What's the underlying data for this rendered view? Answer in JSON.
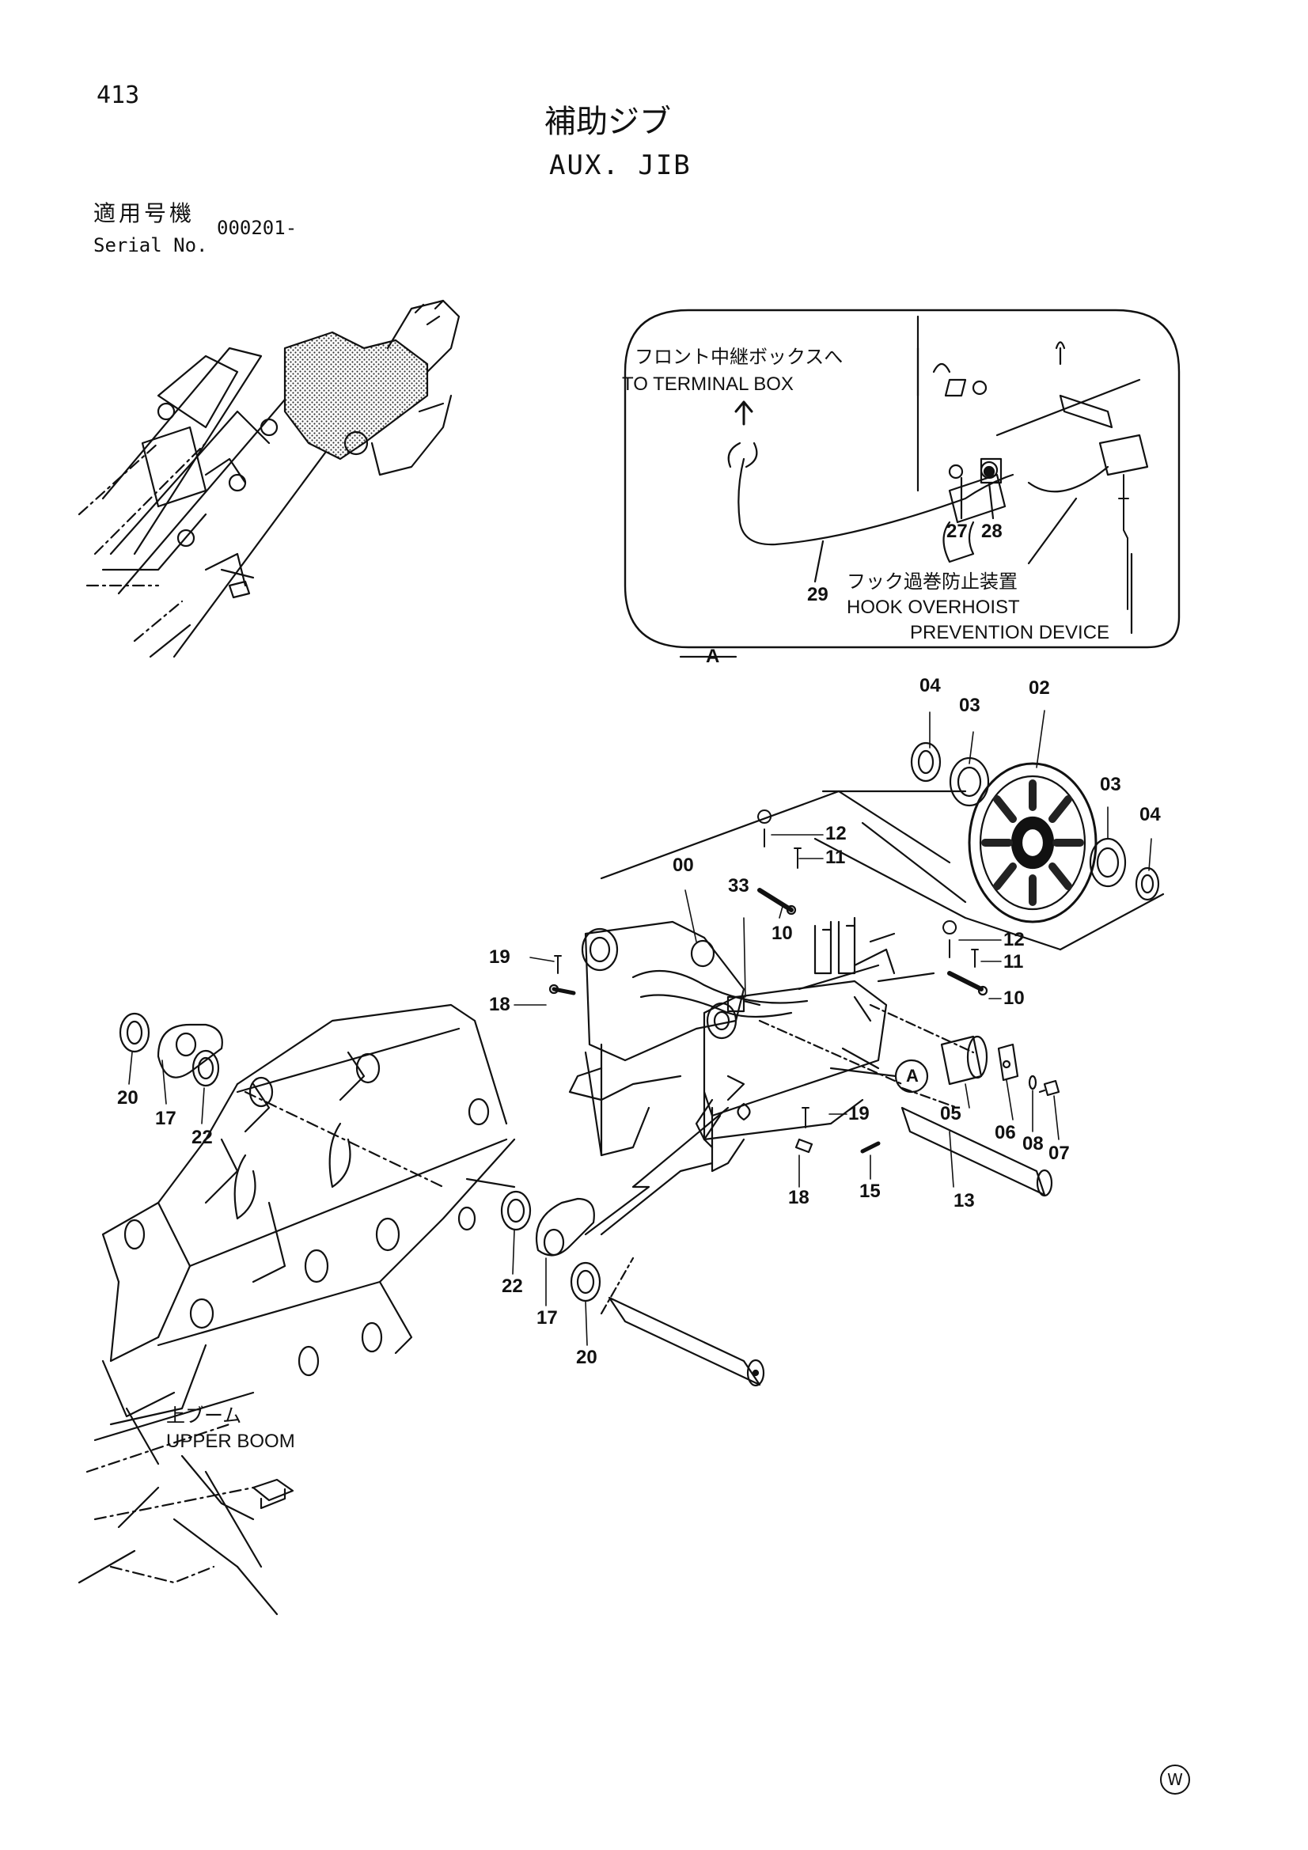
{
  "header": {
    "page_number": "413",
    "title_ja": "補助ジブ",
    "title_en": "AUX. JIB",
    "serial_label_ja": "適用号機",
    "serial_label_en": "Serial No.",
    "serial_value": "000201-"
  },
  "detail_view": {
    "letter": "A",
    "terminal_ja": "フロント中継ボックスへ",
    "terminal_en": "TO TERMINAL BOX",
    "device_ja": "フック過巻防止装置",
    "device_en_1": "HOOK OVERHOIST",
    "device_en_2": "PREVENTION DEVICE",
    "parts": [
      "27",
      "28",
      "29"
    ]
  },
  "boom_label": {
    "ja": "上ブーム",
    "en": "UPPER BOOM"
  },
  "callout_letter": "A",
  "part_numbers": [
    "04",
    "03",
    "02",
    "03",
    "04",
    "12",
    "11",
    "00",
    "33",
    "10",
    "12",
    "11",
    "10",
    "19",
    "18",
    "20",
    "17",
    "22",
    "05",
    "06",
    "08",
    "07",
    "19",
    "18",
    "15",
    "13",
    "22",
    "17",
    "20"
  ],
  "watermark": "W"
}
